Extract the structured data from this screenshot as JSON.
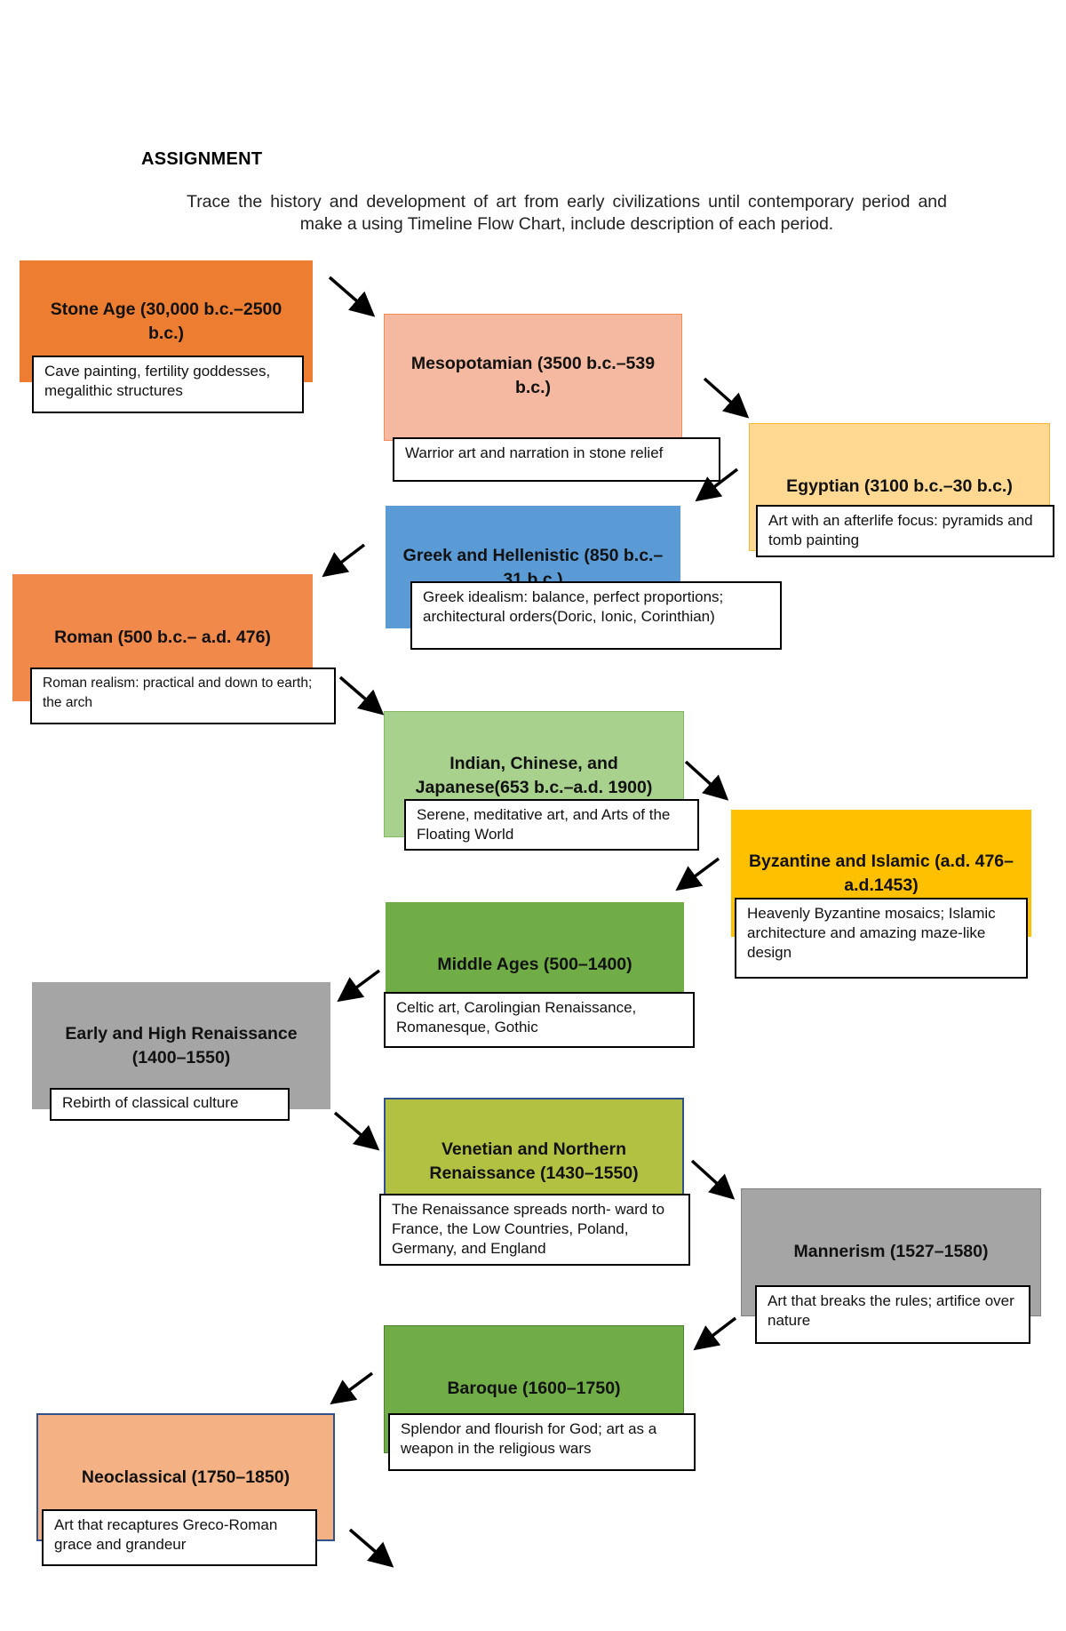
{
  "header": {
    "title": "ASSIGNMENT",
    "instructions": "Trace the history and development of art from early civilizations until contemporary period and make a using Timeline Flow Chart, include description of each period."
  },
  "colors": {
    "orange": "#ED7D31",
    "salmon": "#F4B9A0",
    "light_yellow": "#FFD992",
    "blue": "#5B9BD5",
    "light_green": "#A9D18E",
    "gold": "#FFC000",
    "green": "#70AD47",
    "gray": "#A5A5A5",
    "olive": "#B2C142",
    "peach": "#F4B183"
  },
  "periods": [
    {
      "id": "stone-age",
      "title": "Stone Age (30,000 b.c.–2500 b.c.)",
      "description": "Cave painting, fertility goddesses, megalithic structures"
    },
    {
      "id": "mesopotamian",
      "title": "Mesopotamian (3500 b.c.–539 b.c.)",
      "description": "Warrior art and narration in stone relief"
    },
    {
      "id": "egyptian",
      "title": "Egyptian (3100 b.c.–30 b.c.)",
      "description": "Art with an afterlife focus: pyramids and tomb painting"
    },
    {
      "id": "greek",
      "title": "Greek and Hellenistic (850 b.c.–31 b.c.)",
      "description": "Greek idealism: balance, perfect proportions; architectural orders(Doric, Ionic, Corinthian)"
    },
    {
      "id": "roman",
      "title": "Roman (500 b.c.– a.d. 476)",
      "description": "Roman realism: practical and down to earth; the arch"
    },
    {
      "id": "asian",
      "title": "Indian, Chinese, and Japanese(653 b.c.–a.d. 1900)",
      "description": "Serene, meditative art, and Arts of the Floating World"
    },
    {
      "id": "byzantine",
      "title": "Byzantine and Islamic (a.d. 476–a.d.1453)",
      "description": "Heavenly Byzantine mosaics; Islamic architecture and amazing maze-like design"
    },
    {
      "id": "middle-ages",
      "title": "Middle Ages (500–1400)",
      "description": "Celtic art, Carolingian Renaissance, Romanesque, Gothic"
    },
    {
      "id": "renaissance",
      "title": "Early and High Renaissance (1400–1550)",
      "description": "Rebirth of classical culture"
    },
    {
      "id": "venetian",
      "title": "Venetian and Northern Renaissance (1430–1550)",
      "description": "The Renaissance spreads north- ward to France, the Low Countries, Poland, Germany, and England"
    },
    {
      "id": "mannerism",
      "title": "Mannerism (1527–1580)",
      "description": "Art that breaks the rules; artifice over nature"
    },
    {
      "id": "baroque",
      "title": "Baroque (1600–1750)",
      "description": "Splendor and flourish for God; art as a weapon in the religious wars"
    },
    {
      "id": "neoclassical",
      "title": "Neoclassical (1750–1850)",
      "description": "Art that recaptures Greco-Roman grace and grandeur"
    }
  ]
}
